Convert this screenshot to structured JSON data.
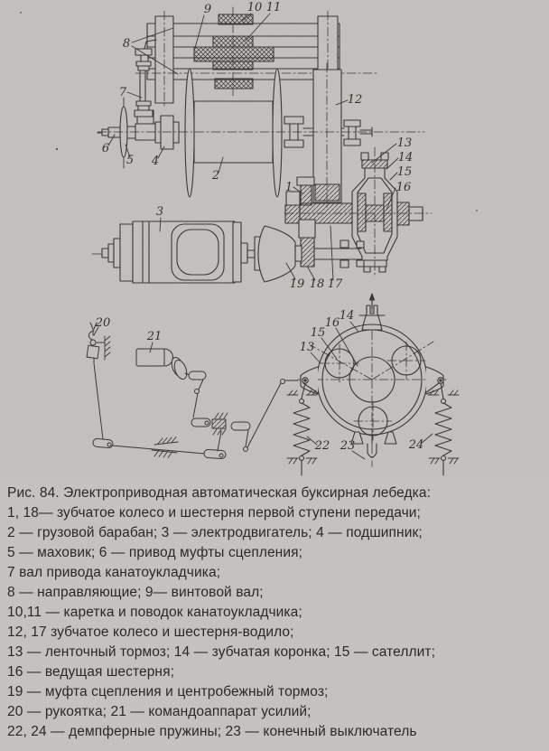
{
  "colors": {
    "paper": "#c9c8c4",
    "drawing_paper": "#c7c6c2",
    "ink": "#2d2c28",
    "caption_text": "#1a1915"
  },
  "caption": {
    "lines": [
      "Рис. 84. Электроприводная автоматическая буксирная лебедка:",
      "1, 18— зубчатое колесо и шестерня первой ступени передачи;",
      "2 — грузовой барабан; 3 — электродвигатель; 4 — подшипник;",
      "5 — маховик; 6 — привод муфты сцепления;",
      "7 вал привода канатоукладчика;",
      "8 — направляющие; 9— винтовой вал;",
      "10,11 — каретка и поводок канатоукладчика;",
      "12, 17 зубчатое колесо и шестерня-водило;",
      "13 — ленточный тормоз; 14 — зубчатая коронка; 15 — сателлит;",
      "16 — ведущая шестерня;",
      "19 — муфта сцепления и центробежный тормоз;",
      "20 — рукоятка; 21 — командоаппарат усилий;",
      "22, 24 — демпферные пружины; 23 — конечный выключатель"
    ]
  },
  "drawing": {
    "callouts": [
      {
        "label": "9"
      },
      {
        "label": "10"
      },
      {
        "label": "11"
      },
      {
        "label": "8"
      },
      {
        "label": "7"
      },
      {
        "label": "12"
      },
      {
        "label": "6"
      },
      {
        "label": "5"
      },
      {
        "label": "4"
      },
      {
        "label": "2"
      },
      {
        "label": "1"
      },
      {
        "label": "13"
      },
      {
        "label": "14"
      },
      {
        "label": "15"
      },
      {
        "label": "16"
      },
      {
        "label": "3"
      },
      {
        "label": "19"
      },
      {
        "label": "18"
      },
      {
        "label": "17"
      },
      {
        "label": "20"
      },
      {
        "label": "21"
      },
      {
        "label": "14"
      },
      {
        "label": "16"
      },
      {
        "label": "15"
      },
      {
        "label": "13"
      },
      {
        "label": "22"
      },
      {
        "label": "23"
      },
      {
        "label": "24"
      }
    ]
  }
}
